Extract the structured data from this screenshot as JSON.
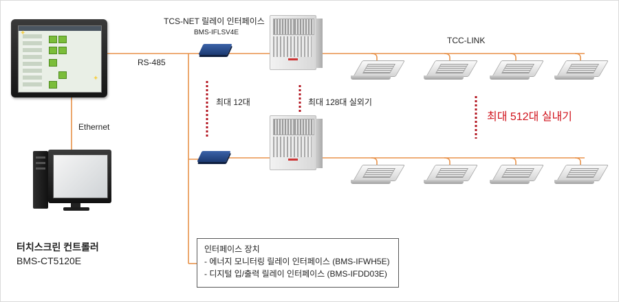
{
  "labels": {
    "tcs_net": "TCS-NET 릴레이 인터페이스",
    "bms_iflsv4e": "BMS-IFLSV4E",
    "rs485": "RS-485",
    "tcc_link": "TCC-LINK",
    "ethernet": "Ethernet",
    "max_12": "최대 12대",
    "max_128": "최대 128대 실외기",
    "max_512": "최대 512대 실내기"
  },
  "controller": {
    "title": "터치스크린  컨트롤러",
    "model": "BMS-CT5120E"
  },
  "interface_box": {
    "title": "인터페이스 장치",
    "items": [
      "- 에너지 모니터링 릴레이 인터페이스 (BMS-IFWH5E)",
      "- 디지털 입/출력 릴레이 인터페이스 (BMS-IFDD03E)"
    ]
  },
  "colors": {
    "wire": "#e8924a",
    "dotted": "#b31620",
    "highlight": "#d0121b"
  }
}
